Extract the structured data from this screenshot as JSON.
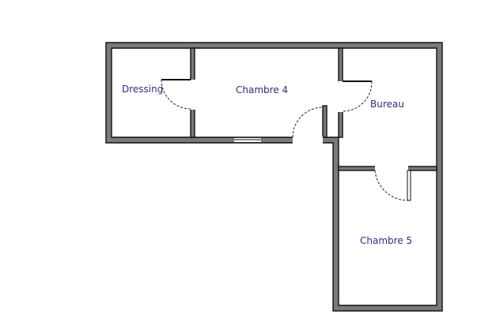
{
  "plan": {
    "rooms": [
      {
        "id": "dressing",
        "label": "Dressing"
      },
      {
        "id": "chambre-4",
        "label": "Chambre 4"
      },
      {
        "id": "bureau",
        "label": "Bureau"
      },
      {
        "id": "chambre-5",
        "label": "Chambre 5"
      }
    ],
    "colors": {
      "wall": "#7a7a7a",
      "outline": "#111111",
      "label": "#2e2e7a",
      "background": "#ffffff"
    }
  }
}
